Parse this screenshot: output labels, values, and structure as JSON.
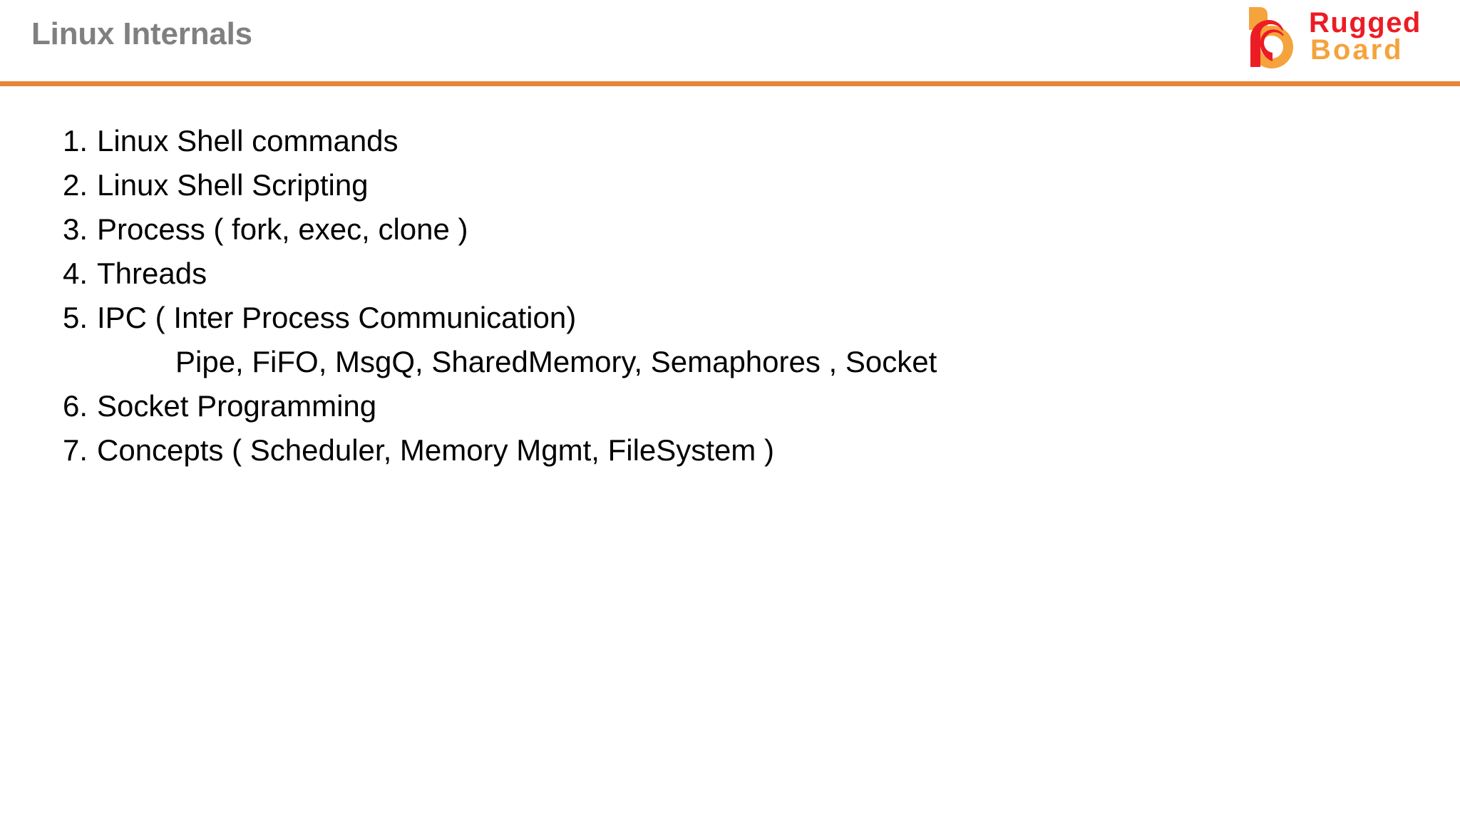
{
  "header": {
    "title": "Linux Internals",
    "rule_color": "#E5873A",
    "title_color": "#808080"
  },
  "logo": {
    "mark_name": "rugged-board-b-mark",
    "line1": "Rugged",
    "line2": "Board",
    "line1_color": "#EC1C24",
    "line2_color": "#F5A33C",
    "mark_orange": "#F5A33C",
    "mark_red": "#EC1C24"
  },
  "content": {
    "items": [
      {
        "num": "1.",
        "text": "Linux Shell commands"
      },
      {
        "num": "2.",
        "text": "Linux Shell Scripting"
      },
      {
        "num": "3.",
        "text": "Process ( fork, exec, clone )"
      },
      {
        "num": "4.",
        "text": "Threads"
      },
      {
        "num": "5.",
        "text": "IPC ( Inter Process Communication)"
      }
    ],
    "sub_line": "Pipe, FiFO, MsgQ, SharedMemory, Semaphores , Socket",
    "items_after": [
      {
        "num": "6.",
        "text": "Socket Programming"
      },
      {
        "num": "7.",
        "text": "Concepts ( Scheduler, Memory Mgmt, FileSystem )"
      }
    ]
  }
}
